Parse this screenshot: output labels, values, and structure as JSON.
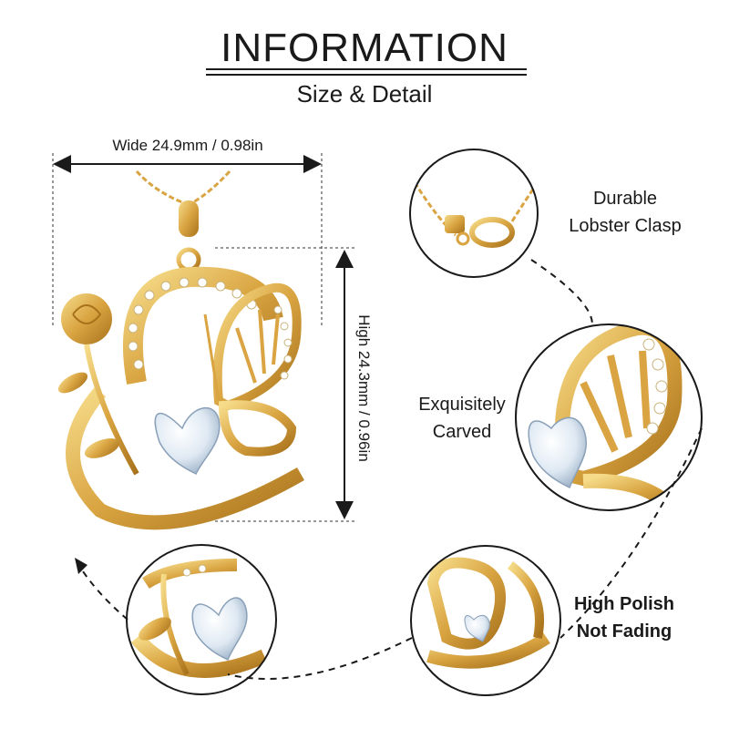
{
  "header": {
    "title": "INFORMATION",
    "subtitle": "Size & Detail"
  },
  "dimensions": {
    "wide_label": "Wide 24.9mm / 0.98in",
    "high_label": "High 24.3mm / 0.96in"
  },
  "features": [
    {
      "line1": "Durable",
      "line2": "Lobster Clasp"
    },
    {
      "line1": "Exquisitely",
      "line2": "Carved"
    },
    {
      "line1": "High Polish",
      "line2": "Not Fading"
    }
  ],
  "colors": {
    "gold": "#d9a441",
    "gold_light": "#f3d27a",
    "gold_dark": "#a8721c",
    "gem": "#dfe9f3",
    "text": "#1a1a1a"
  }
}
